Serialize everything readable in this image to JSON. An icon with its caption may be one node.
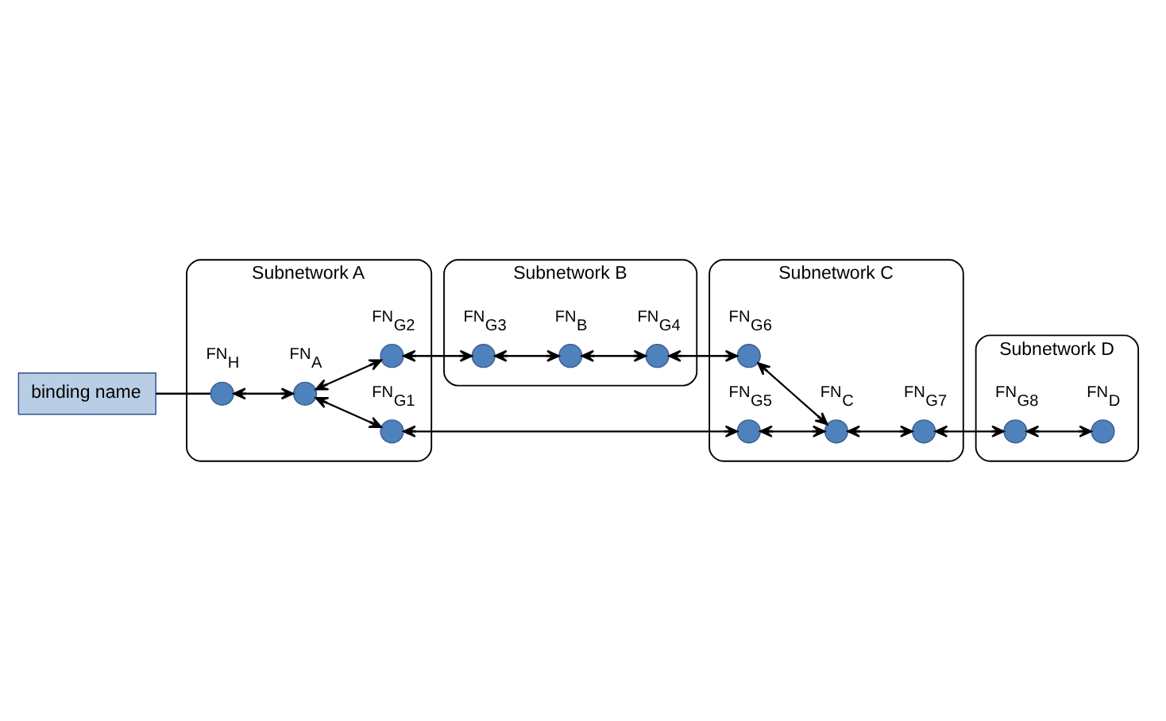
{
  "diagram": {
    "nodes": [
      {
        "text": [
          "Subnetwork A"
        ]
      },
      {
        "text": [],
        "shape": "circle",
        "beside": [
          "FN$_{A}$"
        ],
        "in": 0
      },
      {
        "text": [],
        "shape": "circle",
        "beside": [
          "FN$_{G1}$"
        ],
        "in": 0
      },
      {
        "text": [],
        "shape": "circle",
        "beside": [
          "FN$_{H}$"
        ],
        "in": 0
      },
      {
        "text": [],
        "shape": "circle",
        "beside": [
          "FN$_{G2}$"
        ],
        "in": 0
      },
      {
        "text": [
          "binding name"
        ]
      },
      {
        "text": [
          "Subnetwork C"
        ]
      },
      {
        "text": [],
        "shape": "circle",
        "beside": [
          "FN$_{G5}$"
        ],
        "in": 6
      },
      {
        "text": [],
        "shape": "circle",
        "beside": [
          "FN$_{C}$"
        ],
        "in": 6
      },
      {
        "text": [],
        "shape": "circle",
        "beside": [
          "FN$_{G6}$"
        ],
        "in": 6
      },
      {
        "text": [],
        "shape": "circle",
        "beside": [
          "FN$_{G7}$"
        ],
        "in": 6
      },
      {
        "text": [
          "Subnetwork B"
        ]
      },
      {
        "text": [],
        "shape": "circle",
        "beside": [
          "FN$_{G3}$"
        ],
        "in": 11
      },
      {
        "text": [],
        "shape": "circle",
        "beside": [
          "FN$_{G4}$"
        ],
        "in": 11
      },
      {
        "text": [],
        "shape": "circle",
        "beside": [
          "FN$_{B}$"
        ],
        "in": 11
      },
      {
        "text": [
          "Subnetwork D"
        ]
      },
      {
        "text": [],
        "shape": "circle",
        "beside": [
          "FN$_{G8}$"
        ],
        "in": 15
      },
      {
        "text": [],
        "shape": "circle",
        "beside": [
          "FN$_{D}$"
        ],
        "in": 15
      }
    ],
    "edges": [
      {
        "from": 3,
        "to": 1,
        "arrow": "both"
      },
      {
        "from": 1,
        "to": 2,
        "arrow": "both"
      },
      {
        "from": 1,
        "to": 4,
        "arrow": "both"
      },
      {
        "from": 2,
        "to": 7,
        "arrow": "both"
      },
      {
        "from": 4,
        "to": 12,
        "arrow": "both"
      },
      {
        "from": 12,
        "to": 14,
        "arrow": "both"
      },
      {
        "from": 14,
        "to": 13,
        "arrow": "both"
      },
      {
        "from": 13,
        "to": 9,
        "arrow": "both"
      },
      {
        "from": 9,
        "to": 8,
        "arrow": "both"
      },
      {
        "from": 7,
        "to": 8,
        "arrow": "both"
      },
      {
        "from": 8,
        "to": 10,
        "arrow": "both"
      },
      {
        "from": 10,
        "to": 16,
        "arrow": "both"
      },
      {
        "from": 16,
        "to": 17,
        "arrow": "both"
      },
      {
        "from": 5,
        "to": 3,
        "arrow": "none"
      }
    ]
  }
}
